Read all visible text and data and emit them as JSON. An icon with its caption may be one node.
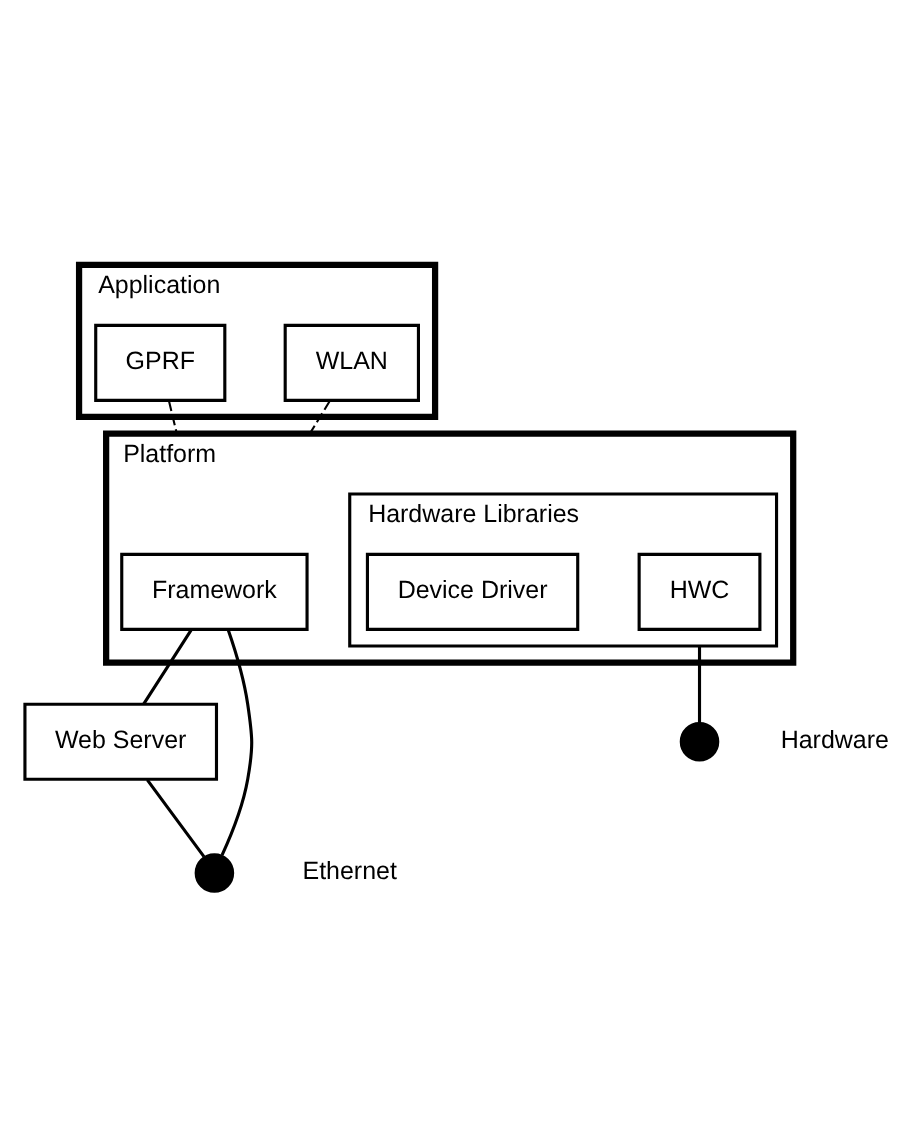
{
  "diagram": {
    "nodes": [
      {
        "text": [
          "Application"
        ]
      },
      {
        "text": [
          "WLAN"
        ],
        "in": 0
      },
      {
        "text": [
          "GPRF"
        ],
        "in": 0
      },
      {
        "text": [
          "Platform"
        ]
      },
      {
        "text": [
          "Framework"
        ],
        "in": 3
      },
      {
        "text": [
          "Hardware Libraries"
        ],
        "in": 3
      },
      {
        "text": [
          "HWC"
        ],
        "in": 5
      },
      {
        "text": [
          "Device Driver"
        ],
        "in": 5
      },
      {
        "text": [
          "Web Server"
        ]
      },
      {
        "text": [],
        "shape": "circle",
        "beside": [
          "Ethernet"
        ]
      },
      {
        "text": [],
        "shape": "circle",
        "beside": [
          "Hardware"
        ]
      }
    ],
    "edges": [
      {
        "from": 1,
        "to": 3,
        "arrow": "none",
        "style": "dashed"
      },
      {
        "from": 2,
        "to": 3,
        "arrow": "none",
        "style": "dashed"
      },
      {
        "from": 4,
        "to": 8,
        "arrow": "none"
      },
      {
        "from": 4,
        "to": 9,
        "arrow": "none"
      },
      {
        "from": 8,
        "to": 9,
        "arrow": "none"
      },
      {
        "from": 5,
        "to": 10,
        "arrow": "none"
      }
    ]
  }
}
